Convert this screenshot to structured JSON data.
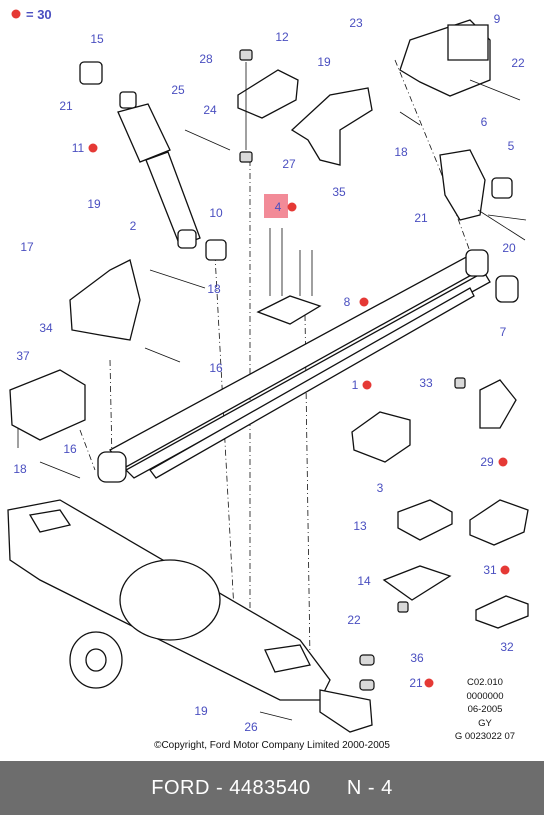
{
  "legend": {
    "value": "= 30"
  },
  "callouts": [
    "15",
    "21",
    "11",
    "25",
    "24",
    "28",
    "12",
    "23",
    "9",
    "19",
    "22",
    "18",
    "6",
    "5",
    "35",
    "27",
    "21",
    "20",
    "19",
    "2",
    "10",
    "4",
    "17",
    "18",
    "8",
    "34",
    "7",
    "37",
    "16",
    "1",
    "33",
    "18",
    "16",
    "29",
    "3",
    "13",
    "31",
    "14",
    "22",
    "32",
    "36",
    "19",
    "21",
    "26"
  ],
  "marks": {
    "marked_callouts": [
      "11",
      "4",
      "8",
      "1",
      "29",
      "31",
      "21"
    ]
  },
  "meta": [
    "C02.010",
    "0000000",
    "06-2005",
    "GY",
    "G 0023022 07"
  ],
  "copyright": "©Copyright, Ford Motor Company Limited 2000-2005",
  "footer": {
    "brand": "FORD",
    "sep": "-",
    "part_number": "4483540",
    "ref": "N - 4"
  },
  "colors": {
    "accent": "#4a4fc0",
    "marker": "#e53935",
    "footer_bg": "#6d6d6d"
  }
}
